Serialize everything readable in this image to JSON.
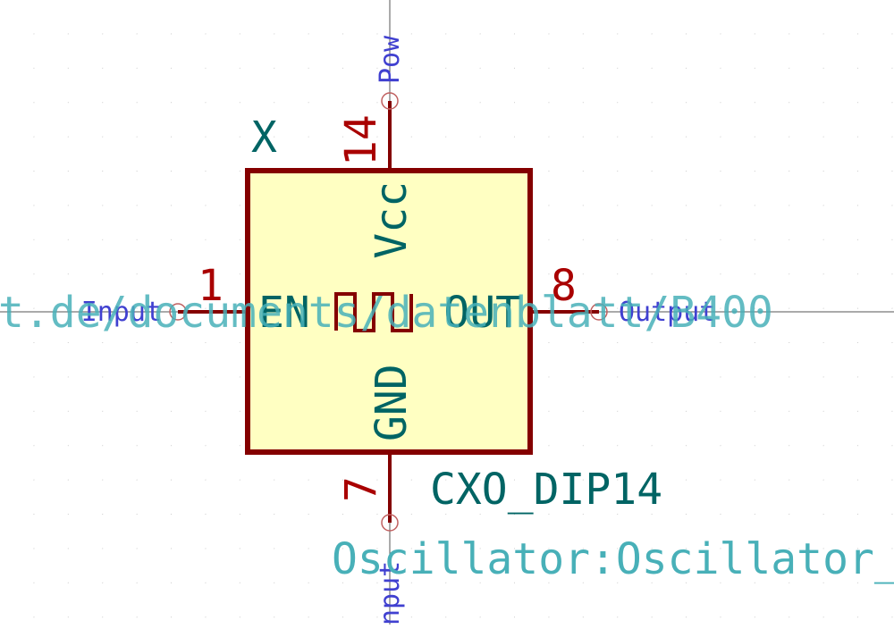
{
  "symbol": {
    "reference": "X",
    "value": "CXO_DIP14",
    "footprint": "Oscillator:Oscillator_I",
    "datasheet": "t.de/documents/datenblatt/B400",
    "pins": {
      "en": {
        "number": "1",
        "name": "EN",
        "type_label": "Input"
      },
      "vcc": {
        "number": "14",
        "name": "Vcc",
        "type_label": "Pow"
      },
      "out": {
        "number": "8",
        "name": "OUT",
        "type_label": "Output"
      },
      "gnd": {
        "number": "7",
        "name": "GND",
        "type_label": "nput"
      }
    }
  },
  "colors": {
    "body_fill": "#ffffc2",
    "body_outline": "#840000",
    "pin_number": "#a90000",
    "pin_name": "#006464",
    "field_text": "#006464",
    "datasheet_text": "#48b0b8",
    "pin_type_text": "#4040d0",
    "grid_dot": "#c8c8c8"
  }
}
